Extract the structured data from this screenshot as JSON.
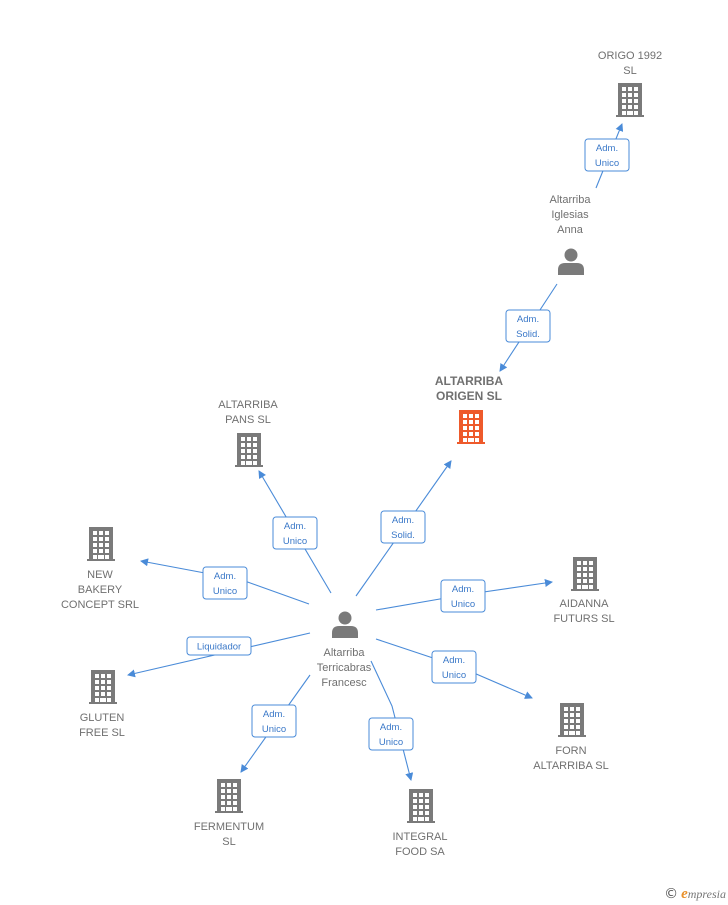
{
  "colors": {
    "building": "#7a7a7a",
    "building_main": "#ee5a2b",
    "person": "#7a7a7a",
    "edge": "#4a8bd8"
  },
  "nodes": [
    {
      "id": "origo1992",
      "type": "building",
      "lines": [
        "ORIGO 1992",
        "SL"
      ]
    },
    {
      "id": "altarriba_iglesias",
      "type": "person",
      "lines": [
        "Altarriba",
        "Iglesias",
        "Anna"
      ]
    },
    {
      "id": "altarriba_origen",
      "type": "building",
      "main": true,
      "lines": [
        "ALTARRIBA",
        "ORIGEN  SL"
      ]
    },
    {
      "id": "altarriba_pans",
      "type": "building",
      "lines": [
        "ALTARRIBA",
        "PANS  SL"
      ]
    },
    {
      "id": "new_bakery",
      "type": "building",
      "lines": [
        "NEW",
        "BAKERY",
        "CONCEPT SRL"
      ]
    },
    {
      "id": "gluten_free",
      "type": "building",
      "lines": [
        "GLUTEN",
        "FREE  SL"
      ]
    },
    {
      "id": "fermentum",
      "type": "building",
      "lines": [
        "FERMENTUM",
        "SL"
      ]
    },
    {
      "id": "integral_food",
      "type": "building",
      "lines": [
        "INTEGRAL",
        "FOOD SA"
      ]
    },
    {
      "id": "forn_altarriba",
      "type": "building",
      "lines": [
        "FORN",
        "ALTARRIBA SL"
      ]
    },
    {
      "id": "aidanna",
      "type": "building",
      "lines": [
        "AIDANNA",
        "FUTURS SL"
      ]
    },
    {
      "id": "altarriba_terricabras",
      "type": "person",
      "lines": [
        "Altarriba",
        "Terricabras",
        "Francesc"
      ]
    }
  ],
  "edges": [
    {
      "from": "altarriba_iglesias",
      "to": "origo1992",
      "lines": [
        "Adm.",
        "Unico"
      ]
    },
    {
      "from": "altarriba_iglesias",
      "to": "altarriba_origen",
      "lines": [
        "Adm.",
        "Solid."
      ]
    },
    {
      "from": "altarriba_terricabras",
      "to": "altarriba_origen",
      "lines": [
        "Adm.",
        "Solid."
      ]
    },
    {
      "from": "altarriba_terricabras",
      "to": "altarriba_pans",
      "lines": [
        "Adm.",
        "Unico"
      ]
    },
    {
      "from": "altarriba_terricabras",
      "to": "new_bakery",
      "lines": [
        "Adm.",
        "Unico"
      ]
    },
    {
      "from": "altarriba_terricabras",
      "to": "gluten_free",
      "lines": [
        "Liquidador"
      ]
    },
    {
      "from": "altarriba_terricabras",
      "to": "fermentum",
      "lines": [
        "Adm.",
        "Unico"
      ]
    },
    {
      "from": "altarriba_terricabras",
      "to": "integral_food",
      "lines": [
        "Adm.",
        "Unico"
      ]
    },
    {
      "from": "altarriba_terricabras",
      "to": "forn_altarriba",
      "lines": [
        "Adm.",
        "Unico"
      ]
    },
    {
      "from": "altarriba_terricabras",
      "to": "aidanna",
      "lines": [
        "Adm.",
        "Unico"
      ]
    }
  ],
  "brand": {
    "copyright": "©",
    "e": "e",
    "rest": "mpresia"
  }
}
